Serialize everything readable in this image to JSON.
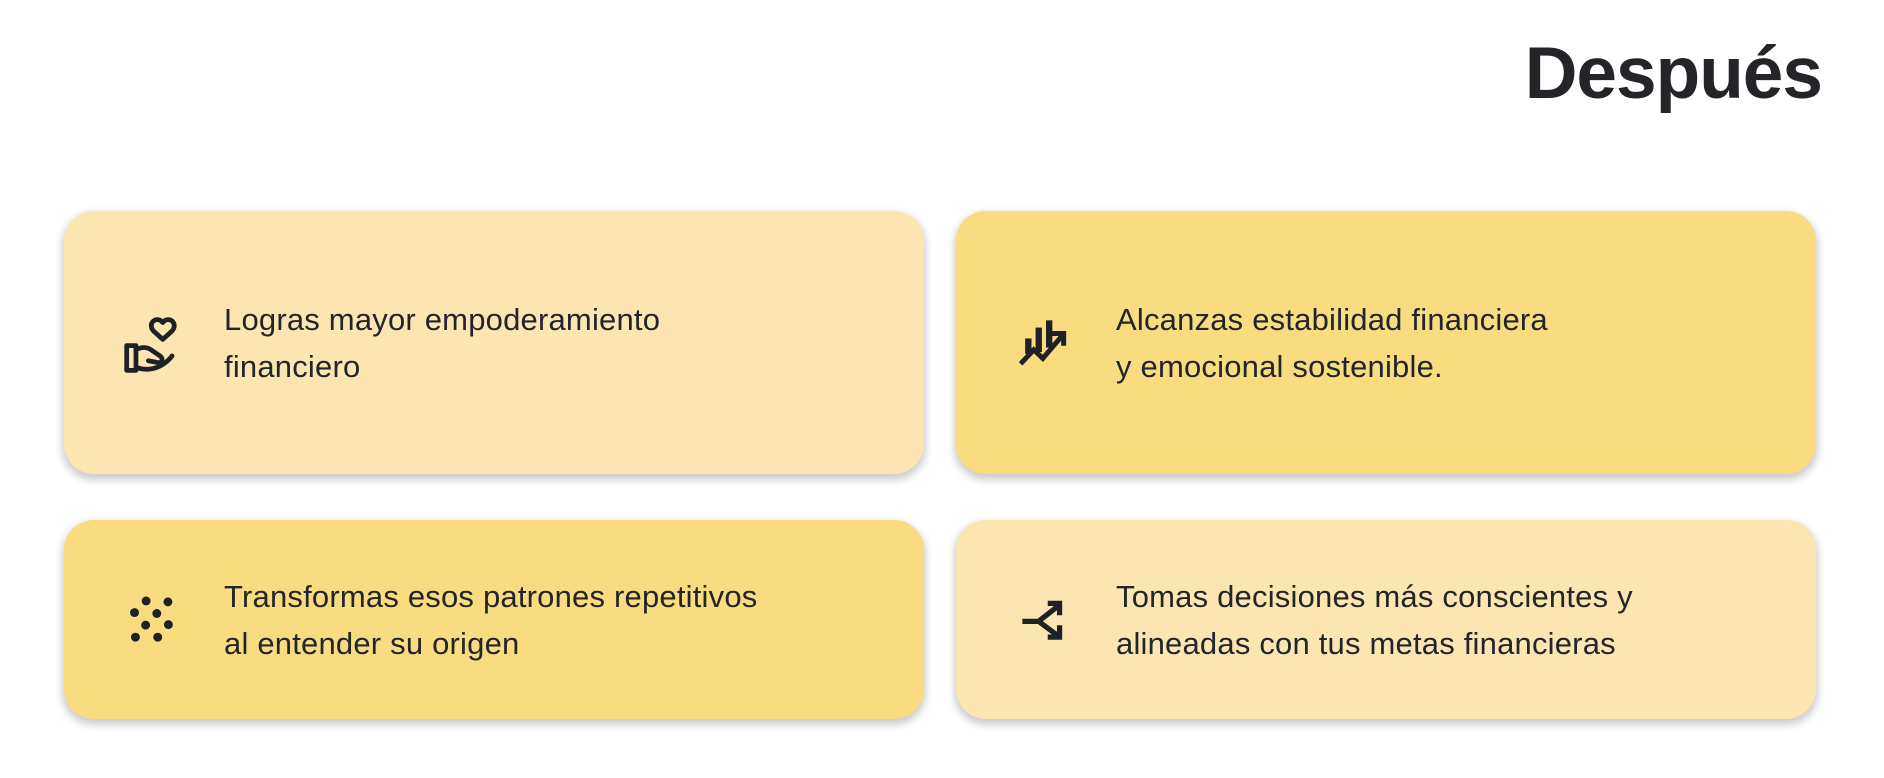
{
  "header": {
    "title": "Después"
  },
  "cards": [
    {
      "icon": "hand-heart-icon",
      "tone": "light",
      "line1": "Logras mayor empoderamiento",
      "line2": "financiero"
    },
    {
      "icon": "chart-up-arrow-icon",
      "tone": "dark",
      "line1": "Alcanzas estabilidad financiera",
      "line2": "y emocional sostenible."
    },
    {
      "icon": "dots-cluster-icon",
      "tone": "dark",
      "line1": "Transformas esos patrones repetitivos",
      "line2": "al entender su origen"
    },
    {
      "icon": "split-arrows-icon",
      "tone": "light",
      "line1": "Tomas decisiones más conscientes y",
      "line2": "alineadas con tus metas financieras"
    }
  ],
  "colors": {
    "background": "#ffffff",
    "card_light": "#fbe6b1",
    "card_dark": "#f8dc7f",
    "icon": "#1e2126",
    "text": "#22252a",
    "title": "#232528"
  }
}
